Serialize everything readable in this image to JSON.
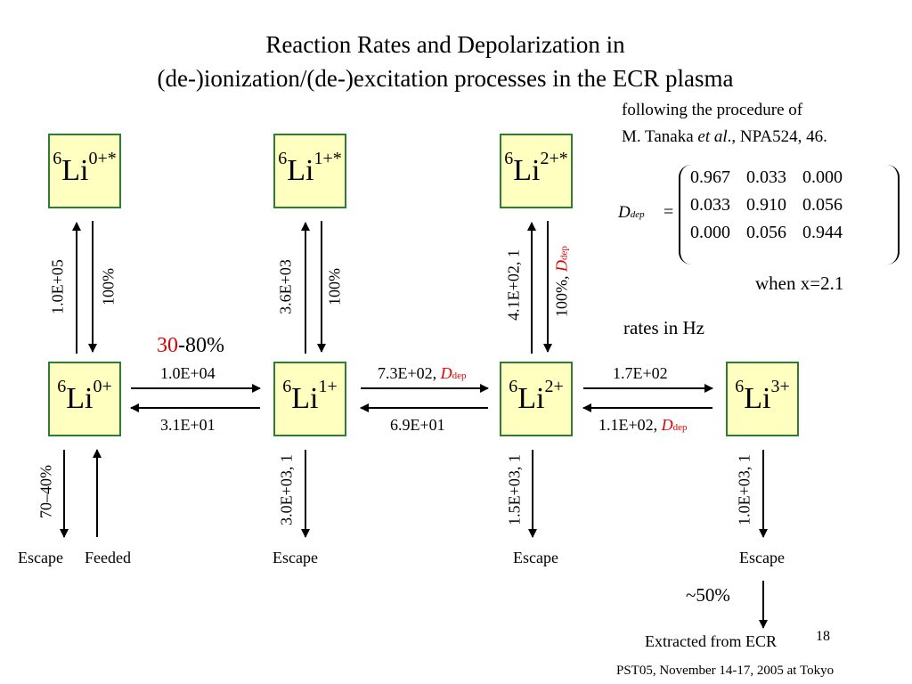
{
  "title": {
    "line1": "Reaction Rates and Depolarization in",
    "line2": "(de-)ionization/(de-)excitation processes in the ECR plasma"
  },
  "reference": {
    "line1": "following the procedure of",
    "line2_pre": "M. Tanaka ",
    "line2_italic": "et al",
    "line2_post": "., NPA524, 46."
  },
  "matrix": {
    "symbol": "D",
    "subscript": "dep",
    "equals": "=",
    "rows": [
      [
        "0.967",
        "0.033",
        "0.000"
      ],
      [
        "0.033",
        "0.910",
        "0.056"
      ],
      [
        "0.000",
        "0.056",
        "0.944"
      ]
    ],
    "condition": "when x=2.1"
  },
  "rates_note": "rates in Hz",
  "states": {
    "li0e": {
      "mass": "6",
      "elem": "Li",
      "charge": "0+*"
    },
    "li1e": {
      "mass": "6",
      "elem": "Li",
      "charge": "1+*"
    },
    "li2e": {
      "mass": "6",
      "elem": "Li",
      "charge": "2+*"
    },
    "li0": {
      "mass": "6",
      "elem": "Li",
      "charge": "0+"
    },
    "li1": {
      "mass": "6",
      "elem": "Li",
      "charge": "1+"
    },
    "li2": {
      "mass": "6",
      "elem": "Li",
      "charge": "2+"
    },
    "li3": {
      "mass": "6",
      "elem": "Li",
      "charge": "3+"
    }
  },
  "rates": {
    "exc0": "1.0E+05",
    "dex0": "100%",
    "exc1": "3.6E+03",
    "dex1": "100%",
    "exc2": "4.1E+02, 1",
    "dex2_pre": "100%, ",
    "dex2_D": "D",
    "dex2_sub": "dep",
    "ion01_red": "30",
    "ion01_rest": "-80%",
    "ion01": "1.0E+04",
    "rec10": "3.1E+01",
    "ion12_pre": "7.3E+02, ",
    "ion12_D": "D",
    "ion12_sub": "dep",
    "rec21": "6.9E+01",
    "ion23": "1.7E+02",
    "rec32_pre": "1.1E+02, ",
    "rec32_D": "D",
    "rec32_sub": "dep",
    "esc0": "70–40%",
    "esc1": "3.0E+03, 1",
    "esc2": "1.5E+03, 1",
    "esc3": "1.0E+03, 1",
    "extract_pct": "~50%"
  },
  "labels": {
    "escape": "Escape",
    "feeded": "Feeded",
    "extracted": "Extracted from ECR"
  },
  "footer": {
    "page": "18",
    "conference": "PST05, November 14-17, 2005 at Tokyo"
  }
}
